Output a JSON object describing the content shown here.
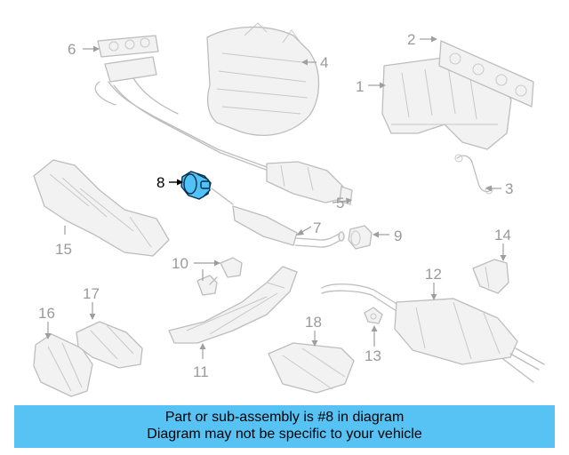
{
  "diagram": {
    "highlight_color": "#4fc3f7",
    "callouts": [
      "1",
      "2",
      "3",
      "4",
      "5",
      "6",
      "7",
      "8",
      "9",
      "10",
      "11",
      "12",
      "13",
      "14",
      "15",
      "16",
      "17",
      "18"
    ],
    "highlighted_part": "8"
  },
  "banner": {
    "line1": "Part or sub-assembly is #8 in diagram",
    "line2": "Diagram may not be specific to your vehicle",
    "background": "#57c3f5"
  }
}
